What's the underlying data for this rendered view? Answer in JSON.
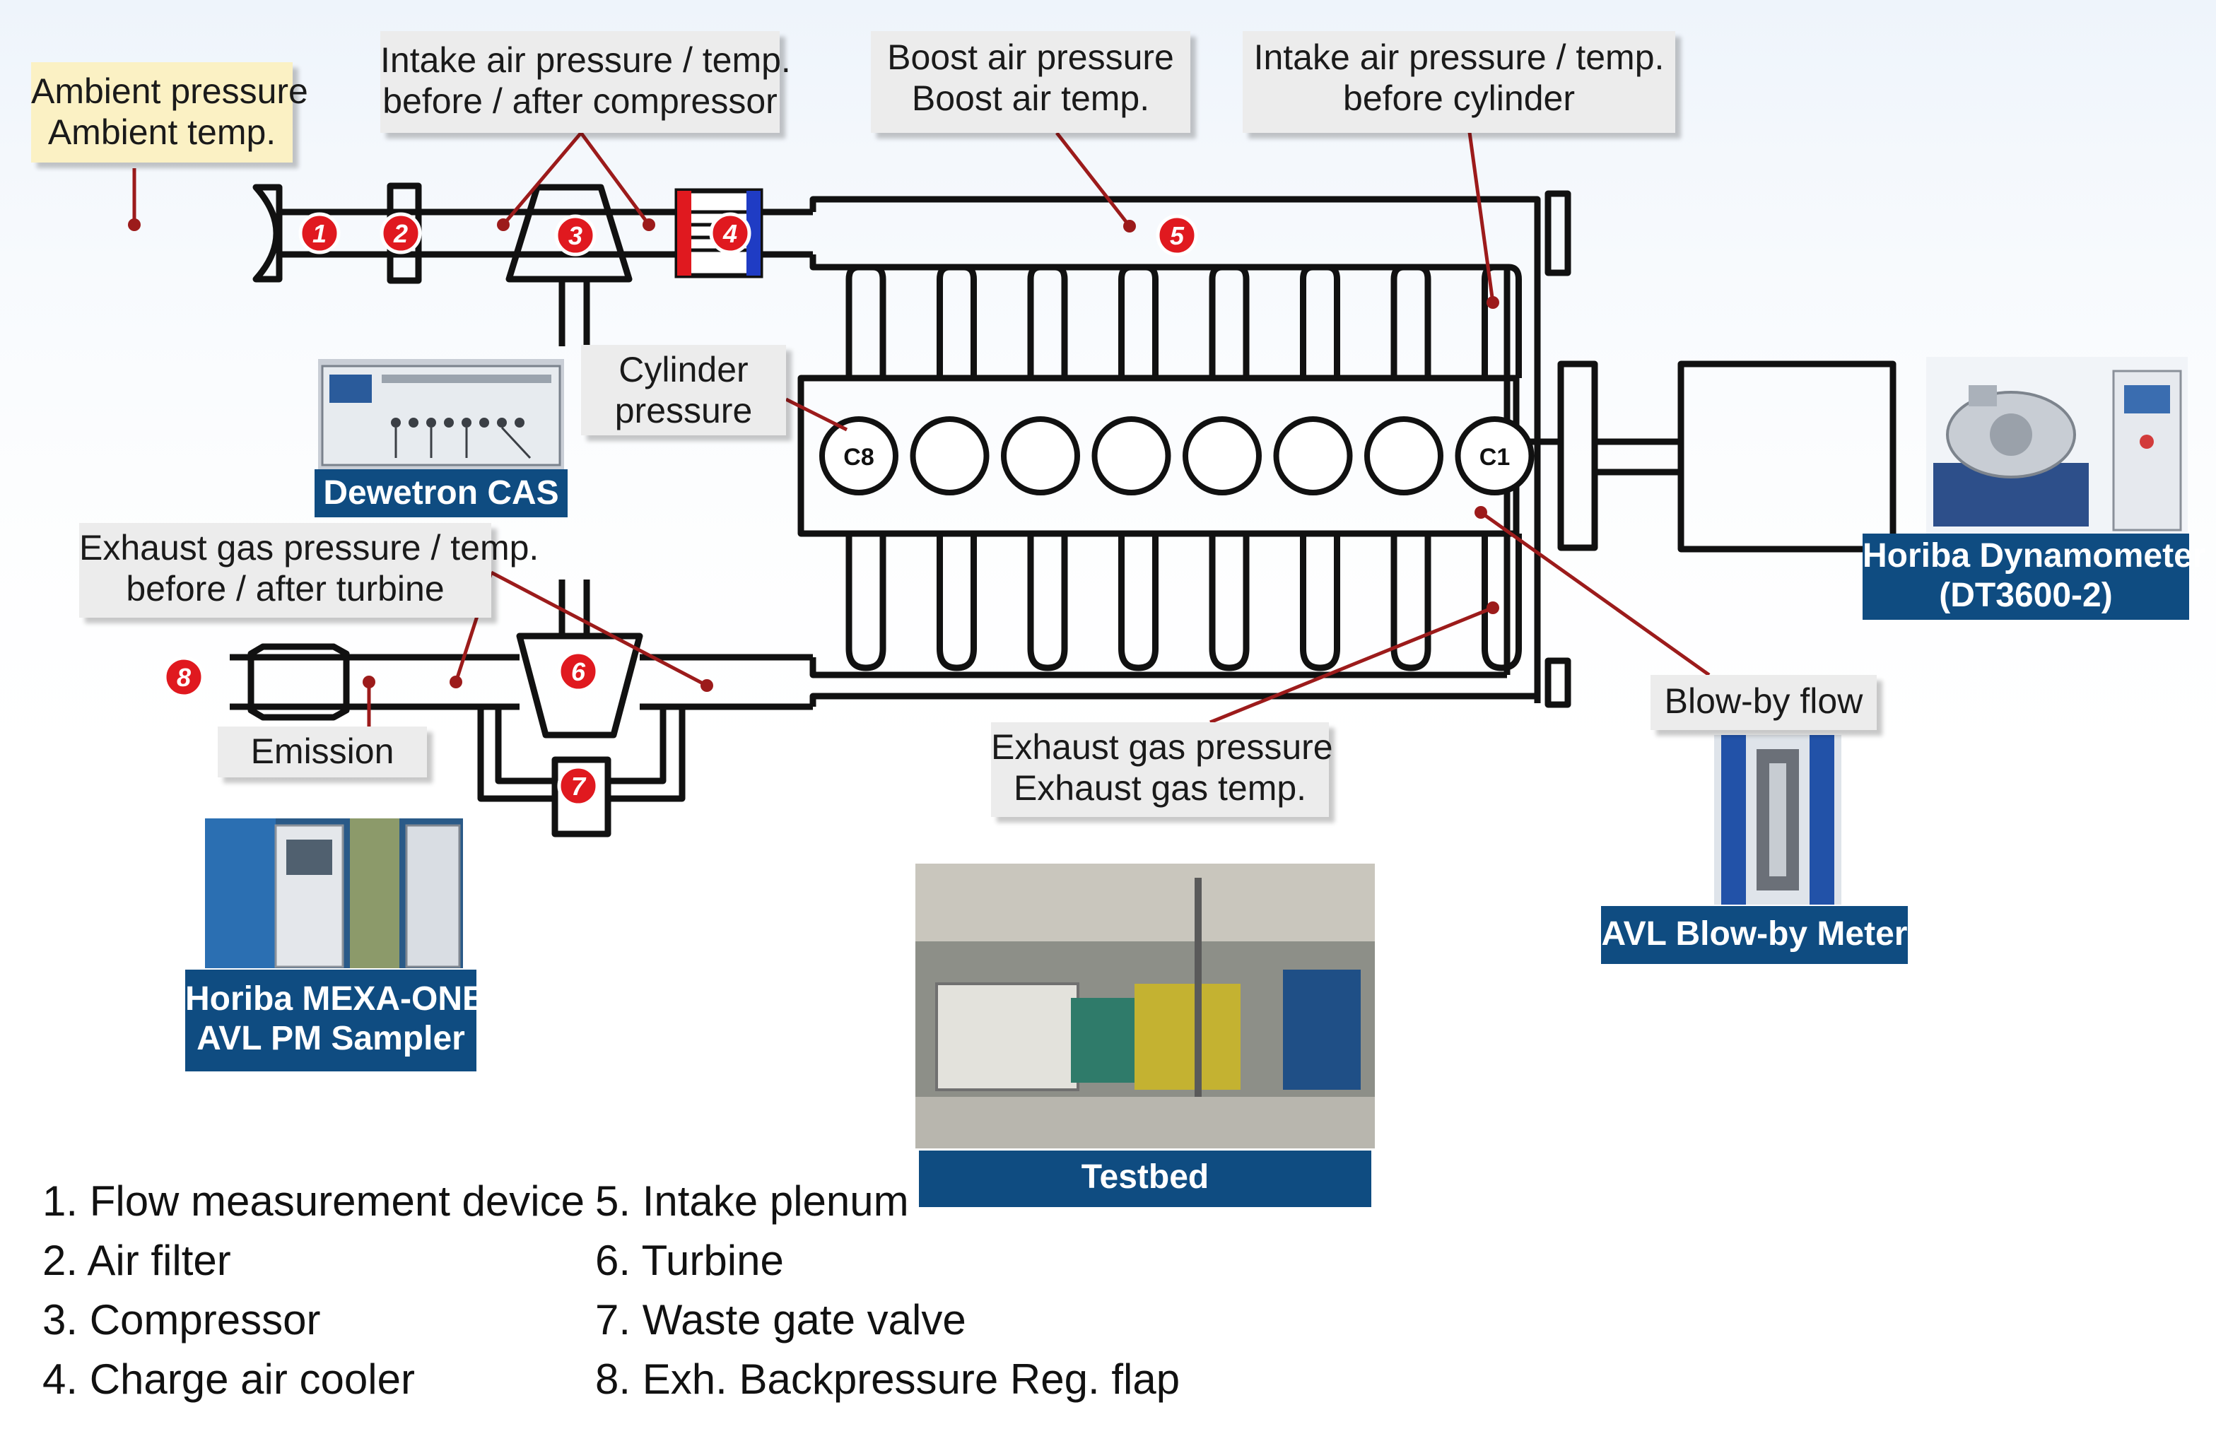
{
  "callouts": {
    "ambient": [
      "Ambient pressure",
      "Ambient temp."
    ],
    "intake_compressor": [
      "Intake air pressure / temp.",
      "before / after compressor"
    ],
    "boost": [
      "Boost air pressure",
      "Boost air temp."
    ],
    "intake_cylinder": [
      "Intake air pressure / temp.",
      "before cylinder"
    ],
    "cylinder_pressure": [
      "Cylinder",
      "pressure"
    ],
    "exhaust_turbine": [
      "Exhaust gas pressure / temp.",
      "before / after turbine"
    ],
    "emission": [
      "Emission"
    ],
    "exhaust_gas": [
      "Exhaust gas pressure",
      "Exhaust gas temp."
    ],
    "blowby_flow": [
      "Blow-by flow"
    ]
  },
  "badges": {
    "dewetron": [
      "Dewetron CAS"
    ],
    "dynamometer": [
      "Horiba Dynamometer",
      "(DT3600-2)"
    ],
    "blowby_meter": [
      "AVL Blow-by Meter"
    ],
    "mexa": [
      "Horiba MEXA-ONE,",
      "AVL PM Sampler"
    ],
    "testbed": [
      "Testbed"
    ]
  },
  "markers": [
    "1",
    "2",
    "3",
    "4",
    "5",
    "6",
    "7",
    "8"
  ],
  "cylinders": {
    "first": "C8",
    "last": "C1"
  },
  "legend": {
    "col1": [
      "1. Flow measurement device",
      "2. Air filter",
      "3. Compressor",
      "4. Charge air cooler"
    ],
    "col2": [
      "5. Intake plenum",
      "6. Turbine",
      "7. Waste gate valve",
      "8. Exh. Backpressure Reg. flap"
    ]
  },
  "colors": {
    "marker_red": "#e0191f",
    "leader_red": "#9c1b1b",
    "badge_blue": "#0f4c81",
    "cooler_red": "#e0191f",
    "cooler_blue": "#1f3cc4"
  },
  "icons": {
    "photo_dewetron": "data-acquisition-rack-photo",
    "photo_dynamometer": "dynamometer-photo",
    "photo_blowby": "blowby-meter-photo",
    "photo_mexa": "emission-analyzer-photo",
    "photo_testbed": "engine-testbed-photo"
  }
}
